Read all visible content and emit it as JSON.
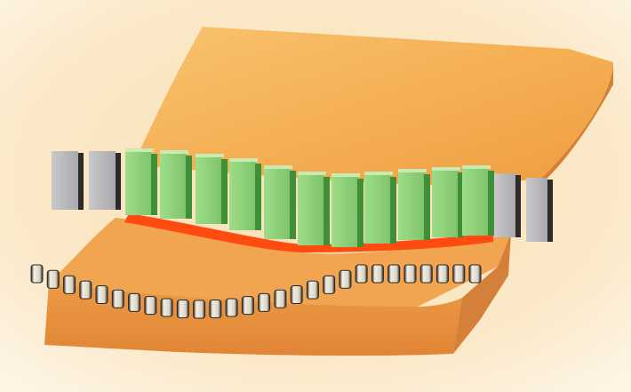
{
  "colors": {
    "background_light": "#fdf0d6",
    "background_warm": "#f7d9a6",
    "slab_top": "#f7b454",
    "slab_top_shadow": "#e9953a",
    "slab_front": "#e8923e",
    "slab_side": "#cf7a2e",
    "red_band": "#ff4b10",
    "green_block": "#8fd07a",
    "green_block_dark": "#3f8f38",
    "gray_block": "#b9b9bc",
    "gray_block_dark": "#2e2a2a",
    "bead_light": "#f3efe3",
    "bead_dark": "#2b2622"
  },
  "illustration": {
    "gray_blocks_left_count": 2,
    "green_blocks_count": 11,
    "gray_blocks_right_count": 2,
    "bead_count": 28
  }
}
